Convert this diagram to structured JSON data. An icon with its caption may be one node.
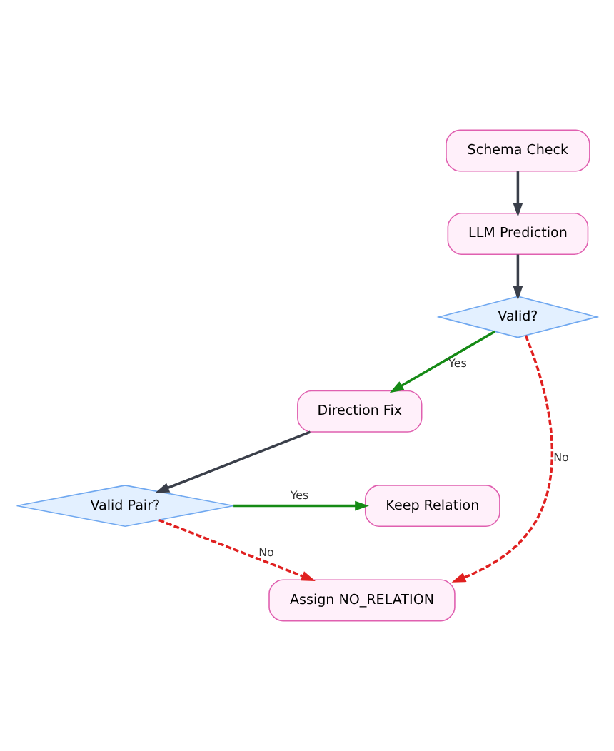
{
  "diagram": {
    "nodes": [
      {
        "text": [
          "Schema Check"
        ]
      },
      {
        "text": [
          "LLM Prediction"
        ]
      },
      {
        "text": [
          "Valid?"
        ]
      },
      {
        "text": [
          "Direction Fix"
        ]
      },
      {
        "text": [
          "Valid Pair?"
        ]
      },
      {
        "text": [
          "Keep Relation"
        ]
      },
      {
        "text": [
          "Assign NO_RELATION"
        ]
      }
    ],
    "edges": [
      {
        "from": 0,
        "to": 1,
        "arrow": "to"
      },
      {
        "from": 1,
        "to": 2,
        "arrow": "to"
      },
      {
        "from": 2,
        "to": 3,
        "arrow": "to",
        "label": "Yes",
        "color": "#158a15"
      },
      {
        "from": 2,
        "to": 6,
        "arrow": "to",
        "label": "No",
        "style": "dashed",
        "color": "#e02020"
      },
      {
        "from": 3,
        "to": 4,
        "arrow": "to"
      },
      {
        "from": 4,
        "to": 5,
        "arrow": "to",
        "label": "Yes",
        "color": "#158a15"
      },
      {
        "from": 4,
        "to": 6,
        "arrow": "to",
        "label": "No",
        "style": "dashed",
        "color": "#e02020"
      }
    ]
  }
}
